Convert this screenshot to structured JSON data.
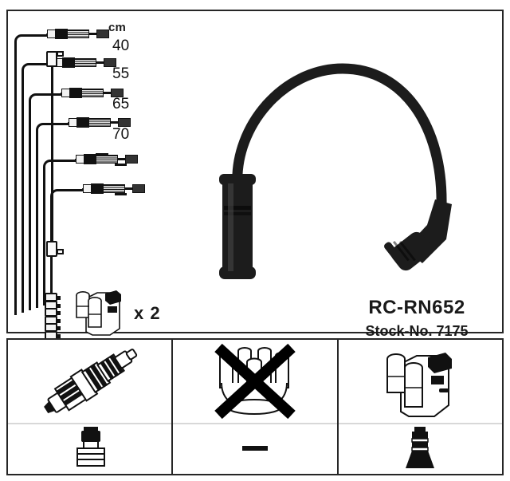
{
  "product": {
    "code": "RC-RN652",
    "stock_label": "Stock-No. 7175",
    "multiplier": "x 2"
  },
  "measurements": {
    "unit_header": "cm",
    "leads": [
      {
        "length": "40",
        "is_dash": false
      },
      {
        "length": "55",
        "is_dash": false
      },
      {
        "length": "65",
        "is_dash": false
      },
      {
        "length": "70",
        "is_dash": false
      },
      {
        "length": "–",
        "is_dash": true
      },
      {
        "length": "–",
        "is_dash": true
      }
    ]
  },
  "main_cable": {
    "left_end": "straight-boot",
    "right_end": "angled-boot"
  },
  "mini_lead": {
    "length": "–",
    "end_type": "right-angle-boot"
  },
  "bottom_panels": [
    {
      "name": "spark-plug-panel",
      "top_icon": "spark-plug-icon",
      "bottom_icon": "spark-plug-connector-icon",
      "crossed_out": false,
      "bottom_is_dash": false
    },
    {
      "name": "distributor-cap-panel",
      "top_icon": "distributor-cap-icon",
      "bottom_icon": "dash-mark",
      "crossed_out": true,
      "bottom_is_dash": true
    },
    {
      "name": "ignition-coil-panel",
      "top_icon": "ignition-coil-icon",
      "bottom_icon": "coil-connector-icon",
      "crossed_out": false,
      "bottom_is_dash": false
    }
  ],
  "colors": {
    "line": "#262626",
    "ink": "#111111",
    "paper": "#ffffff",
    "grey_fill": "#e6e6e6"
  }
}
